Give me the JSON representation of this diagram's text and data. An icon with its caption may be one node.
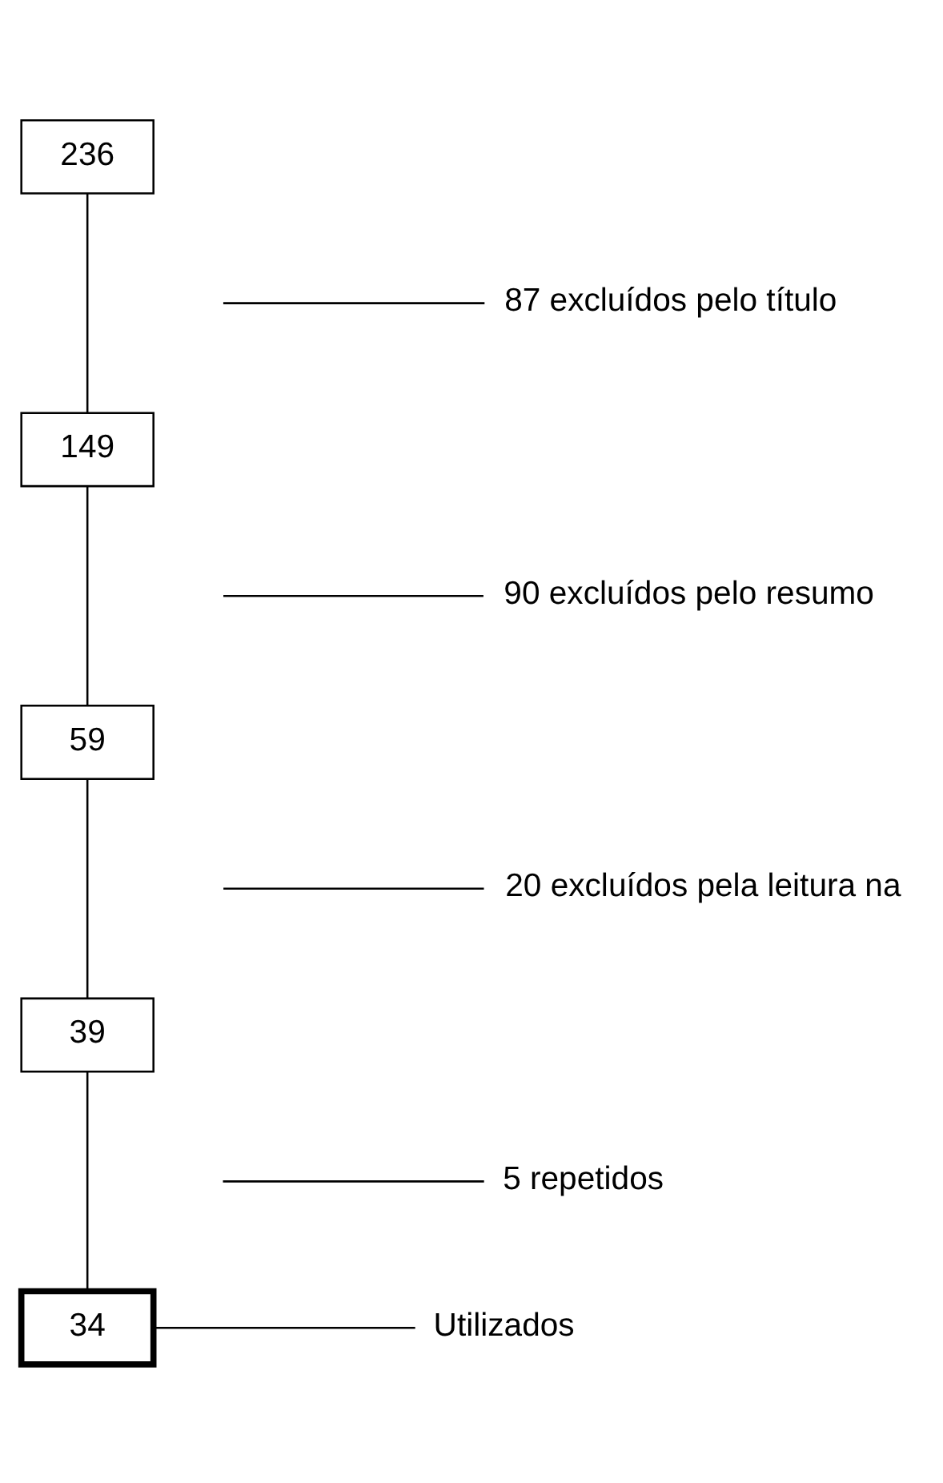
{
  "diagram": {
    "nodes": [
      {
        "text": [
          "236"
        ]
      },
      {
        "text": [
          "87 excluídos pelo título"
        ]
      },
      {
        "text": [
          "149"
        ]
      },
      {
        "text": [
          "90 excluídos pelo resumo"
        ]
      },
      {
        "text": [
          "59"
        ]
      },
      {
        "text": [
          "20 excluídos pela leitura na"
        ]
      },
      {
        "text": [
          "39"
        ]
      },
      {
        "text": [
          "5 repetidos"
        ]
      },
      {
        "text": [
          "34"
        ]
      },
      {
        "text": [
          "Utilizados"
        ]
      }
    ],
    "edges": [
      {
        "from": 0,
        "to": 2,
        "arrow": "none"
      },
      {
        "from": null,
        "to": 1,
        "arrow": "none"
      },
      {
        "from": 2,
        "to": 4,
        "arrow": "none"
      },
      {
        "from": null,
        "to": 3,
        "arrow": "none"
      },
      {
        "from": 4,
        "to": 6,
        "arrow": "none"
      },
      {
        "from": null,
        "to": 5,
        "arrow": "none"
      },
      {
        "from": 6,
        "to": 8,
        "arrow": "none"
      },
      {
        "from": null,
        "to": 7,
        "arrow": "none"
      },
      {
        "from": 8,
        "to": 9,
        "arrow": "none"
      }
    ]
  }
}
